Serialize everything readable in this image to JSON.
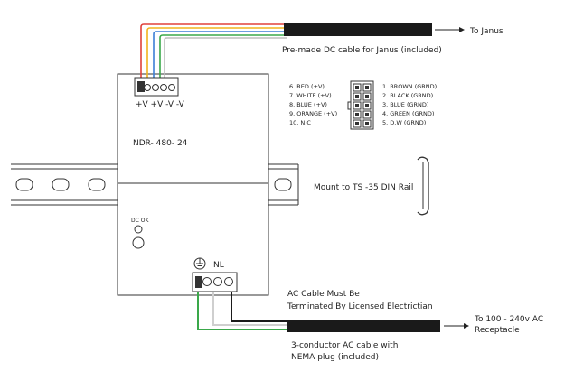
{
  "labels": {
    "to_janus": "To Janus",
    "dc_cable": "Pre-made DC cable for Janus (included)",
    "terminal_top": "+V +V -V -V",
    "model": "NDR- 480- 24",
    "mount": "Mount to TS -35 DIN Rail",
    "dc_ok": "DC OK",
    "nl": "NL",
    "ac_note_line1": "AC Cable Must Be",
    "ac_note_line2": "Terminated By Licensed Electrictian",
    "receptacle_line1": "To 100 - 240v AC",
    "receptacle_line2": "Receptacle",
    "ac_cable_line1": "3-conductor AC cable with",
    "ac_cable_line2": "NEMA plug (included)"
  },
  "pinout_left": [
    "6. RED (+V)",
    "7. WHITE (+V)",
    "8. BLUE (+V)",
    "9. ORANGE (+V)",
    "10. N.C"
  ],
  "pinout_right": [
    "1. BROWN (GRND)",
    "2. BLACK (GRND)",
    "3. BLUE (GRND)",
    "4. GREEN (GRND)",
    "5. D.W (GRND)"
  ],
  "colors": {
    "wire_red": "#e0413a",
    "wire_yellow": "#f2b31d",
    "wire_blue": "#3d7fd6",
    "wire_green": "#3aa84a",
    "wire_white": "#cfcfcf",
    "cable": "#1a1a1a",
    "outline": "#333333"
  }
}
